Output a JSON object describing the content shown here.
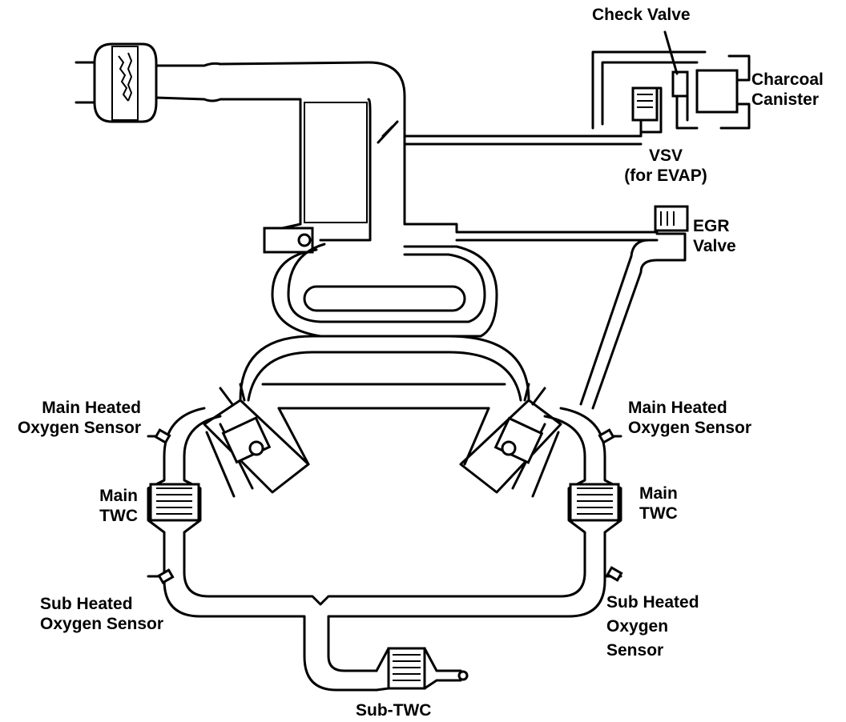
{
  "labels": {
    "check_valve": "Check Valve",
    "charcoal_canister_line1": "Charcoal",
    "charcoal_canister_line2": "Canister",
    "vsv_line1": "VSV",
    "vsv_line2": "(for EVAP)",
    "egr_line1": "EGR",
    "egr_line2": "Valve",
    "left_main_sensor_line1": "Main Heated",
    "left_main_sensor_line2": "Oxygen Sensor",
    "right_main_sensor_line1": "Main Heated",
    "right_main_sensor_line2": "Oxygen Sensor",
    "left_main_twc_line1": "Main",
    "left_main_twc_line2": "TWC",
    "right_main_twc_line1": "Main",
    "right_main_twc_line2": "TWC",
    "left_sub_sensor_line1": "Sub Heated",
    "left_sub_sensor_line2": "Oxygen Sensor",
    "right_sub_sensor_line1": "Sub Heated",
    "right_sub_sensor_line2": "Oxygen",
    "right_sub_sensor_line3": "Sensor",
    "sub_twc": "Sub-TWC"
  }
}
